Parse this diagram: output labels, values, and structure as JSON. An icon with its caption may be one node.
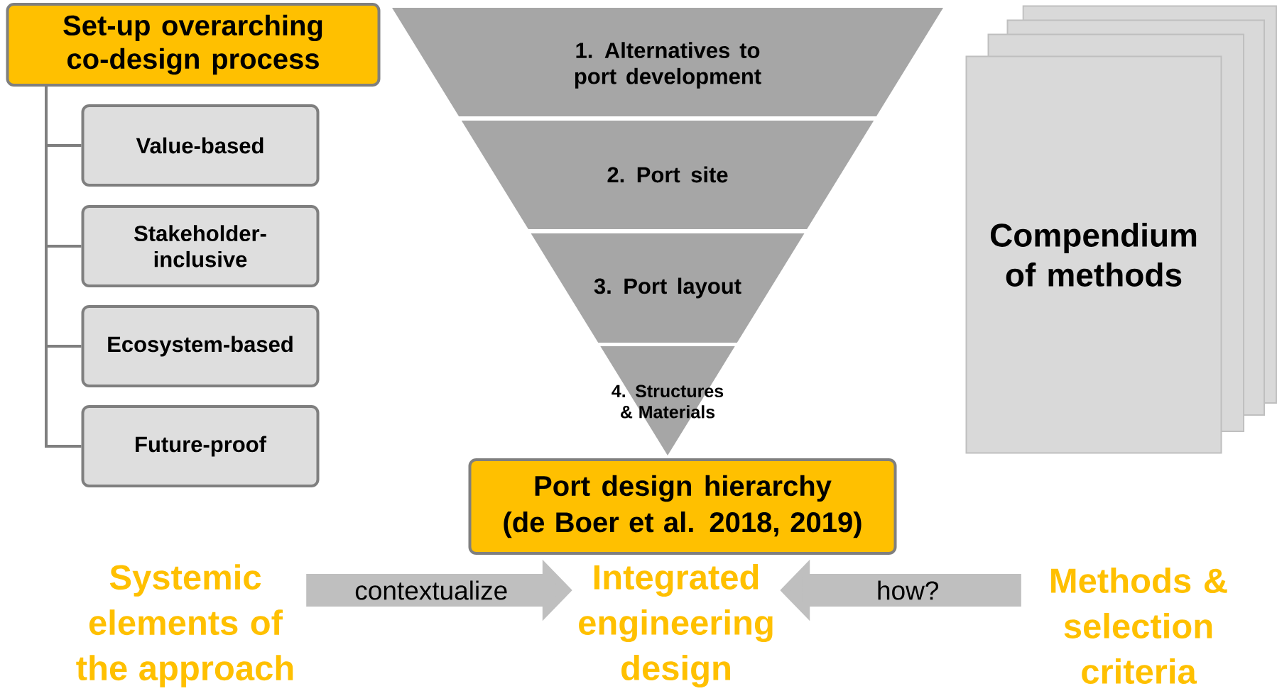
{
  "diagram": {
    "nodes": [
      {
        "text": [
          "Set-up overarching co-design process"
        ]
      },
      {
        "text": [
          "Value-based"
        ]
      },
      {
        "text": [
          "Stakeholder-inclusive"
        ]
      },
      {
        "text": [
          "Ecosystem-based"
        ]
      },
      {
        "text": [
          "Future-proof"
        ]
      },
      {
        "text": [
          "1. Alternatives to port development"
        ]
      },
      {
        "text": [
          "2. Port site"
        ]
      },
      {
        "text": [
          "3. Port layout"
        ]
      },
      {
        "text": [
          "4. Structures & Materials"
        ]
      },
      {
        "text": [
          "Port design hierarchy",
          "(de Boer et al. 2018, 2019)"
        ]
      },
      {
        "text": [
          "Compendium of methods"
        ]
      },
      {
        "text": [
          "Systemic elements of the approach"
        ]
      },
      {
        "text": [
          "Integrated engineering design"
        ]
      },
      {
        "text": [
          "Methods & selection criteria"
        ]
      }
    ],
    "edges": [
      {
        "from": 0,
        "to": 1,
        "arrow": "none"
      },
      {
        "from": 0,
        "to": 2,
        "arrow": "none"
      },
      {
        "from": 0,
        "to": 3,
        "arrow": "none"
      },
      {
        "from": 0,
        "to": 4,
        "arrow": "none"
      },
      {
        "from": 11,
        "to": 12,
        "arrow": "to",
        "label": "contextualize",
        "style": "thick"
      },
      {
        "from": 13,
        "to": 12,
        "arrow": "to",
        "label": "how?",
        "style": "thick"
      }
    ]
  }
}
